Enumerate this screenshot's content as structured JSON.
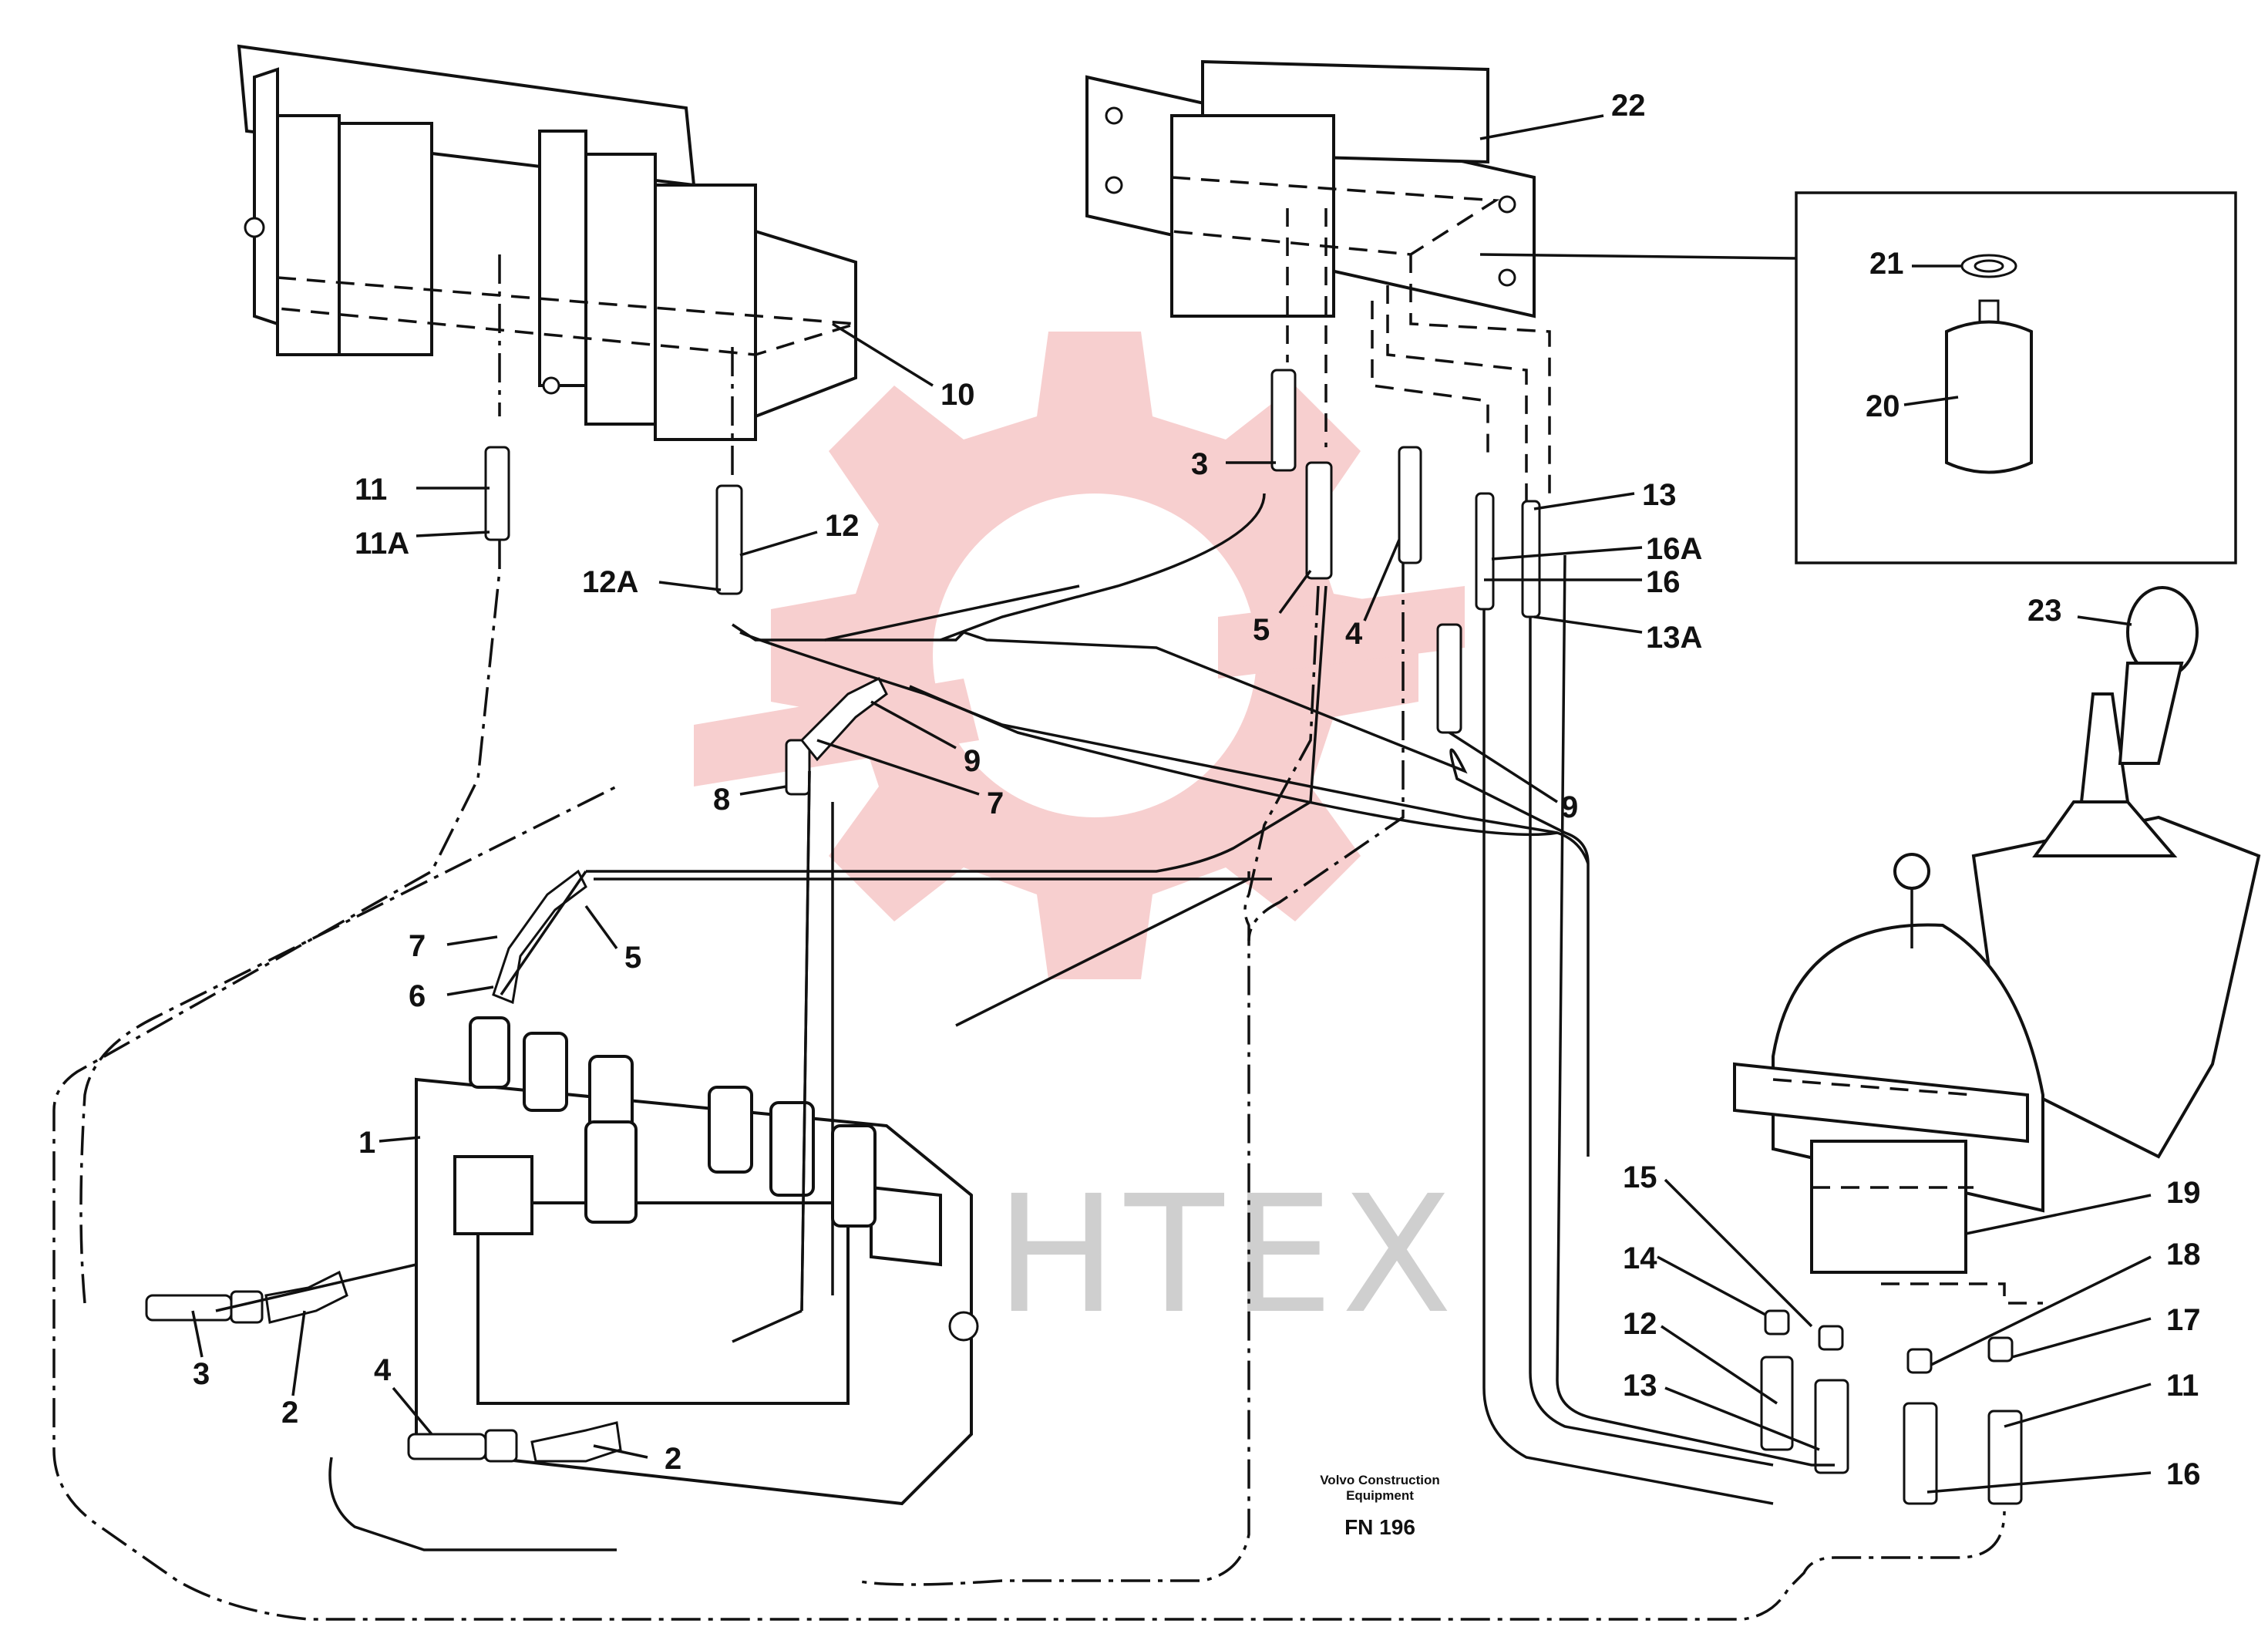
{
  "watermark": {
    "text": "МНТЕХ",
    "color": "#f6c7c7"
  },
  "footer": {
    "line1": "Volvo Construction",
    "line2": "Equipment",
    "code": "FN 196"
  },
  "callouts": [
    {
      "id": "c22",
      "text": "22"
    },
    {
      "id": "c21",
      "text": "21"
    },
    {
      "id": "c20",
      "text": "20"
    },
    {
      "id": "c10",
      "text": "10"
    },
    {
      "id": "c11-top",
      "text": "11"
    },
    {
      "id": "c11a",
      "text": "11A"
    },
    {
      "id": "c12-top",
      "text": "12"
    },
    {
      "id": "c12a",
      "text": "12A"
    },
    {
      "id": "c3-top",
      "text": "3"
    },
    {
      "id": "c5-top",
      "text": "5"
    },
    {
      "id": "c4-top",
      "text": "4"
    },
    {
      "id": "c13-top",
      "text": "13"
    },
    {
      "id": "c16a",
      "text": "16A"
    },
    {
      "id": "c16-top",
      "text": "16"
    },
    {
      "id": "c13a",
      "text": "13A"
    },
    {
      "id": "c23",
      "text": "23"
    },
    {
      "id": "c9-mid",
      "text": "9"
    },
    {
      "id": "c7-mid",
      "text": "7"
    },
    {
      "id": "c8",
      "text": "8"
    },
    {
      "id": "c9-right",
      "text": "9"
    },
    {
      "id": "c7-low",
      "text": "7"
    },
    {
      "id": "c5-low",
      "text": "5"
    },
    {
      "id": "c6",
      "text": "6"
    },
    {
      "id": "c1",
      "text": "1"
    },
    {
      "id": "c3-low",
      "text": "3"
    },
    {
      "id": "c2-left",
      "text": "2"
    },
    {
      "id": "c4-low",
      "text": "4"
    },
    {
      "id": "c2-right",
      "text": "2"
    },
    {
      "id": "c15",
      "text": "15"
    },
    {
      "id": "c14",
      "text": "14"
    },
    {
      "id": "c12-low",
      "text": "12"
    },
    {
      "id": "c13-low",
      "text": "13"
    },
    {
      "id": "c19",
      "text": "19"
    },
    {
      "id": "c18",
      "text": "18"
    },
    {
      "id": "c17",
      "text": "17"
    },
    {
      "id": "c11-low",
      "text": "11"
    },
    {
      "id": "c16-low",
      "text": "16"
    }
  ]
}
